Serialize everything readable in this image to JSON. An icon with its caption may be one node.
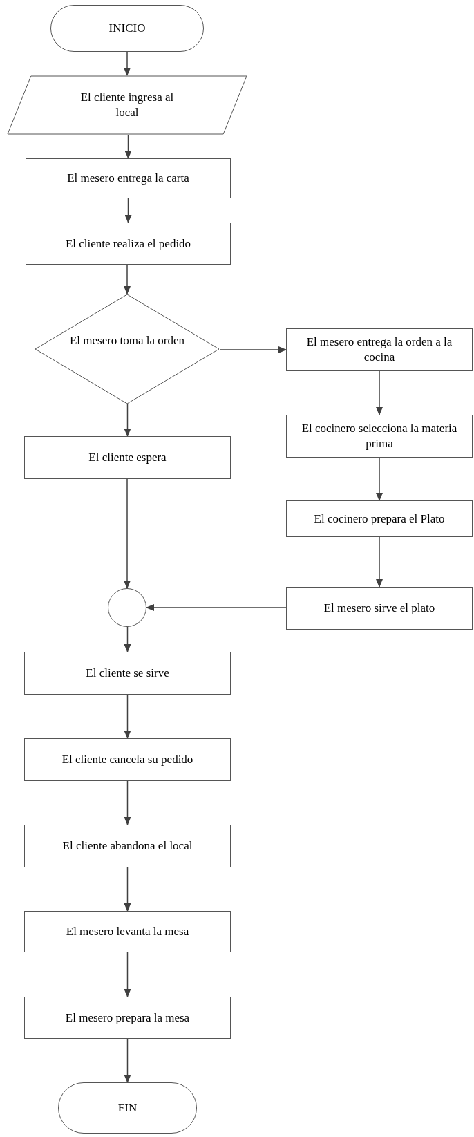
{
  "diagram": {
    "nodes": [
      {
        "text": [
          "INICIO"
        ]
      },
      {
        "text": [
          "El cliente ingresa al local"
        ]
      },
      {
        "text": [
          "El mesero entrega la carta"
        ]
      },
      {
        "text": [
          "El cliente realiza el pedido"
        ]
      },
      {
        "text": [
          "El mesero toma la orden"
        ]
      },
      {
        "text": [
          "El mesero entrega la orden a la cocina"
        ]
      },
      {
        "text": [
          "El cocinero selecciona la materia prima"
        ]
      },
      {
        "text": [
          "El cocinero prepara el Plato"
        ]
      },
      {
        "text": [
          "El mesero sirve el plato"
        ]
      },
      {
        "text": [
          "El cliente espera"
        ]
      },
      {
        "text": [],
        "shape": "circle"
      },
      {
        "text": [
          "El cliente se sirve"
        ]
      },
      {
        "text": [
          "El cliente cancela su pedido"
        ]
      },
      {
        "text": [
          "El cliente abandona el local"
        ]
      },
      {
        "text": [
          "El mesero levanta la mesa"
        ]
      },
      {
        "text": [
          "El mesero prepara la mesa"
        ]
      },
      {
        "text": [
          "FIN"
        ]
      }
    ],
    "edges": [
      {
        "from": 0,
        "to": 1,
        "arrow": "to"
      },
      {
        "from": 1,
        "to": 2,
        "arrow": "to"
      },
      {
        "from": 2,
        "to": 3,
        "arrow": "to"
      },
      {
        "from": 3,
        "to": 4,
        "arrow": "to"
      },
      {
        "from": 4,
        "to": 5,
        "arrow": "to"
      },
      {
        "from": 4,
        "to": 9,
        "arrow": "to"
      },
      {
        "from": 5,
        "to": 6,
        "arrow": "to"
      },
      {
        "from": 6,
        "to": 7,
        "arrow": "to"
      },
      {
        "from": 7,
        "to": 8,
        "arrow": "to"
      },
      {
        "from": 8,
        "to": 10,
        "arrow": "to"
      },
      {
        "from": 9,
        "to": 10,
        "arrow": "to"
      },
      {
        "from": 10,
        "to": 11,
        "arrow": "to"
      },
      {
        "from": 11,
        "to": 12,
        "arrow": "to"
      },
      {
        "from": 12,
        "to": 13,
        "arrow": "to"
      },
      {
        "from": 13,
        "to": 14,
        "arrow": "to"
      },
      {
        "from": 14,
        "to": 15,
        "arrow": "to"
      },
      {
        "from": 15,
        "to": 16,
        "arrow": "to"
      }
    ]
  }
}
